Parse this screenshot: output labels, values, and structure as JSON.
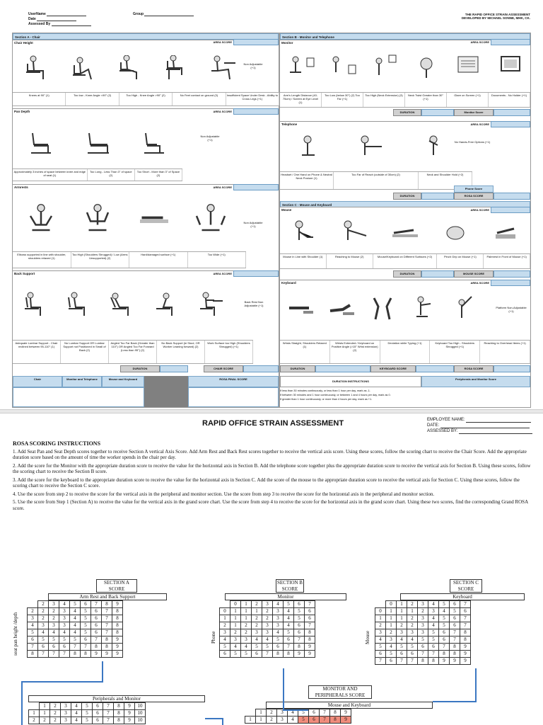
{
  "header": {
    "user_label": "UserName",
    "date_label": "Date",
    "assessed_label": "Assessed By",
    "group_label": "Group",
    "org_line1": "THE RAPID OFFICE STRAIN ASSESSMENT",
    "org_line2": "DEVELOPED BY MICHAEL SONNE, MHK, CK."
  },
  "secA": {
    "title": "Section A - Chair",
    "chair_height": "Chair Height",
    "area_score": "AREA SCORE",
    "non_adjustable": "Non Adjustable (+1)",
    "height_labels": [
      "Knees at 90° (1)",
      "Too low - Knee Angle <90° (2)",
      "Too High - Knee Angle >90° (2)",
      "No Feet contact on ground (3)",
      "Insufficient Space Under Desk - Ability to Cross Legs (+1)"
    ],
    "pan_depth": "Pan Depth",
    "pan_labels": [
      "Approximately 3 inches of space between knee and edge of seat (1)",
      "Too Long - Less Than 3\" of space (2)",
      "Too Short - More than 3\" of Space (2)"
    ],
    "armrests": "Armrests",
    "arm_labels": [
      "Elbows supported in line with shoulder, shoulders relaxed (1)",
      "Too High (Shoulders Shrugged) / Low (Arms Unsupported) (2)",
      "Hard/damaged surface (+1)",
      "Too Wide (+1)"
    ],
    "back_support": "Back Support",
    "back_note": "Back Rest Non Adjustable (+1)",
    "back_labels": [
      "Adequate Lumbar Support - Chair reclined between 95-110° (1)",
      "No Lumbar Support OR Lumbar Support not Positioned in Small of Back (2)",
      "Angled Too Far Back (Greater than 110°) OR Angled Too Far Forward (Less than 95°) (2)",
      "No Back Support (ie Stool, OR Worker Leaning forward) (2)",
      "Work Surface too High (Shoulders Shrugged) (+1)"
    ],
    "duration": "DURATION",
    "chair_score": "CHAIR SCORE"
  },
  "secB": {
    "title": "Section B - Monitor and Telephone",
    "monitor": "Monitor",
    "area_score": "AREA SCORE",
    "monitor_labels": [
      "Arm's Length Distance (40-75cm) / Screen at Eye Level (1)",
      "Too Low (below 30°) (2) Too Far (+1)",
      "Too High (Neck Extension) (3)",
      "Neck Twist Greater than 30° (+1)",
      "Glare on Screen (+1)",
      "Documents - No Holder (+1)"
    ],
    "duration": "DURATION",
    "monitor_score": "Monitor Score",
    "telephone": "Telephone",
    "handsfree": "No Hands-Free Options (+1)",
    "phone_labels": [
      "Headset / One Hand on Phone & Neutral Neck Posture (1)",
      "Too Far of Reach (outside of 30cm) (2)",
      "Neck and Shoulder Hold (+2)"
    ],
    "phone_score": "Phone Score",
    "rosa_score": "ROSA SCORE"
  },
  "secC": {
    "title": "Section C - Mouse and Keyboard",
    "mouse": "Mouse",
    "area_score": "AREA SCORE",
    "mouse_labels": [
      "Mouse in Line with Shoulder (1)",
      "Reaching to Mouse (2)",
      "Mouse/Keyboard on Different Surfaces (+2)",
      "Pinch Grip on Mouse (+1)",
      "Palmrest in Front of Mouse (+1)"
    ],
    "duration": "DURATION",
    "mouse_score": "MOUSE SCORE",
    "keyboard": "Keyboard",
    "platform": "Platform Non-Adjustable (+1)",
    "kb_labels": [
      "Wrists Straight, Shoulders Relaxed (1)",
      "Wrists Extended / Keyboard on Positive Angle (>15° Wrist extension) (2)",
      "Deviation while Typing (+1)",
      "Keyboard Too High - Shoulders Shrugged (+1)",
      "Reaching to Overhead Items (+1)"
    ],
    "keyboard_score": "KEYBOARD SCORE",
    "rosa_score": "ROSA SCORE"
  },
  "footer": {
    "chair": "Chair",
    "monitor_tel": "Monitor and Telephone",
    "mouse_kb": "Mouse and Keyboard",
    "final": "ROSA FINAL SCORE",
    "duration_instr": "DURATION INSTRUCTIONS",
    "periph": "Peripherals and Monitor Score",
    "dur_lines": [
      "If less than 30 minutes continuously, or less than 1 hour per day, mark as -1.",
      "If between 30 minutes and 1 hour continuously, or between 1 and 4 hours per day, mark as 0.",
      "If greater than 1 hour continuously, or more than 4 hours per day, mark as +1."
    ]
  },
  "page2": {
    "title": "RAPID OFFICE STRAIN ASSESSMENT",
    "emp": "EMPLOYEE NAME:",
    "date": "DATE:",
    "assessed": "ASSESSED BY:",
    "instr_title": "ROSA SCORING INSTRUCTIONS",
    "steps": [
      "1.  Add Seat Pan and Seat Depth scores together to receive Section A vertical Axis Score.  Add Arm Rest and Back Rest scores together to receive the vertical axis score.  Using these scores, follow the scoring chart to receive the Chair Score.  Add the appropriate duration score based on the amount of time the worker spends in the chair per day.",
      "2.  Add the score for the Monitor with the appropriate duration score to receive the value for the horizontal axis in Section B.  Add the telephone score together plus the appropriate duration score to receive the vertical axis for Section B.  Using these scores, follow the scoring chart to receive the Section B score.",
      "3.  Add the score for the keyboard to the appropriate duration score to receive the value for the horizontal axis in Section C.  Add the score of the mouse to the appropriate duration score to receive the vertical axis for Section C.  Using these scores, follow the scoring chart to receive the Section C score.",
      "4.  Use the score from step 2 to receive the score for the vertical axis in the peripheral and monitor section.  Use the score from step 3 to receive the score for the horizontal axis in the peripheral and monitor section.",
      "5.  Use the score from  Step 1 (Section A) to receive the value for the vertical axis in the grand score chart.  Use the score from step 4 to receive the score for the horizontal axis in the grand score chart.  Using these two scores, find the corresponding Grand ROSA score."
    ]
  },
  "tables": {
    "A": {
      "t1": "SECTION A",
      "t2": "SCORE",
      "axis": "Arm Rest and Back Support",
      "side": "seat pan height /depth",
      "cols": [
        "2",
        "3",
        "4",
        "5",
        "6",
        "7",
        "8",
        "9"
      ],
      "rows": [
        [
          "2",
          "2",
          "2",
          "3",
          "4",
          "5",
          "6",
          "7",
          "8"
        ],
        [
          "3",
          "2",
          "2",
          "3",
          "4",
          "5",
          "6",
          "7",
          "8"
        ],
        [
          "4",
          "3",
          "3",
          "3",
          "4",
          "5",
          "6",
          "7",
          "8"
        ],
        [
          "5",
          "4",
          "4",
          "4",
          "4",
          "5",
          "6",
          "7",
          "8"
        ],
        [
          "6",
          "5",
          "5",
          "5",
          "5",
          "6",
          "7",
          "8",
          "9"
        ],
        [
          "7",
          "6",
          "6",
          "6",
          "7",
          "7",
          "8",
          "8",
          "9"
        ],
        [
          "8",
          "7",
          "7",
          "7",
          "8",
          "8",
          "9",
          "9",
          "9"
        ]
      ]
    },
    "B": {
      "t1": "SECTION B",
      "t2": "SCORE",
      "axis": "Monitor",
      "side": "Phone",
      "cols": [
        "0",
        "1",
        "2",
        "3",
        "4",
        "5",
        "6",
        "7"
      ],
      "rows": [
        [
          "0",
          "1",
          "1",
          "1",
          "2",
          "3",
          "4",
          "5",
          "6"
        ],
        [
          "1",
          "1",
          "1",
          "2",
          "2",
          "3",
          "4",
          "5",
          "6"
        ],
        [
          "2",
          "1",
          "2",
          "2",
          "3",
          "3",
          "4",
          "6",
          "7"
        ],
        [
          "3",
          "2",
          "2",
          "3",
          "3",
          "4",
          "5",
          "6",
          "8"
        ],
        [
          "4",
          "3",
          "3",
          "4",
          "4",
          "5",
          "6",
          "7",
          "8"
        ],
        [
          "5",
          "4",
          "4",
          "5",
          "5",
          "6",
          "7",
          "8",
          "9"
        ],
        [
          "6",
          "5",
          "5",
          "6",
          "7",
          "8",
          "8",
          "9",
          "9"
        ]
      ]
    },
    "C": {
      "t1": "SECTION C",
      "t2": "SCORE",
      "axis": "Keyboard",
      "side": "Mouse",
      "cols": [
        "0",
        "1",
        "2",
        "3",
        "4",
        "5",
        "6",
        "7"
      ],
      "rows": [
        [
          "0",
          "1",
          "1",
          "1",
          "2",
          "3",
          "4",
          "5",
          "6"
        ],
        [
          "1",
          "1",
          "1",
          "2",
          "3",
          "4",
          "5",
          "6",
          "7"
        ],
        [
          "2",
          "1",
          "2",
          "2",
          "3",
          "4",
          "5",
          "6",
          "7"
        ],
        [
          "3",
          "2",
          "3",
          "3",
          "3",
          "5",
          "6",
          "7",
          "8"
        ],
        [
          "4",
          "3",
          "4",
          "4",
          "5",
          "5",
          "6",
          "7",
          "8"
        ],
        [
          "5",
          "4",
          "5",
          "5",
          "6",
          "6",
          "7",
          "8",
          "9"
        ],
        [
          "6",
          "5",
          "6",
          "6",
          "7",
          "7",
          "8",
          "8",
          "9"
        ],
        [
          "7",
          "6",
          "7",
          "7",
          "8",
          "8",
          "9",
          "9",
          "9"
        ]
      ]
    },
    "P": {
      "t1": "Peripherals and Monitor",
      "cols": [
        "1",
        "2",
        "3",
        "4",
        "5",
        "6",
        "7",
        "8",
        "9",
        "10"
      ],
      "rows": [
        [
          "1",
          "1",
          "2",
          "3",
          "4",
          "5",
          "6",
          "7",
          "8",
          "9",
          "10"
        ],
        [
          "2",
          "2",
          "2",
          "3",
          "4",
          "5",
          "6",
          "7",
          "8",
          "9",
          "10"
        ]
      ]
    },
    "M": {
      "t1": "MONITOR AND",
      "t2": "PERIPHERALS SCORE",
      "axis": "Mouse and Keyboard",
      "cols": [
        "1",
        "2",
        "3",
        "4",
        "5",
        "6",
        "7",
        "8",
        "9"
      ],
      "rows": [
        [
          "1",
          "1",
          "2",
          "3",
          "4",
          "5",
          "6",
          "7",
          "8",
          "9"
        ]
      ]
    }
  }
}
